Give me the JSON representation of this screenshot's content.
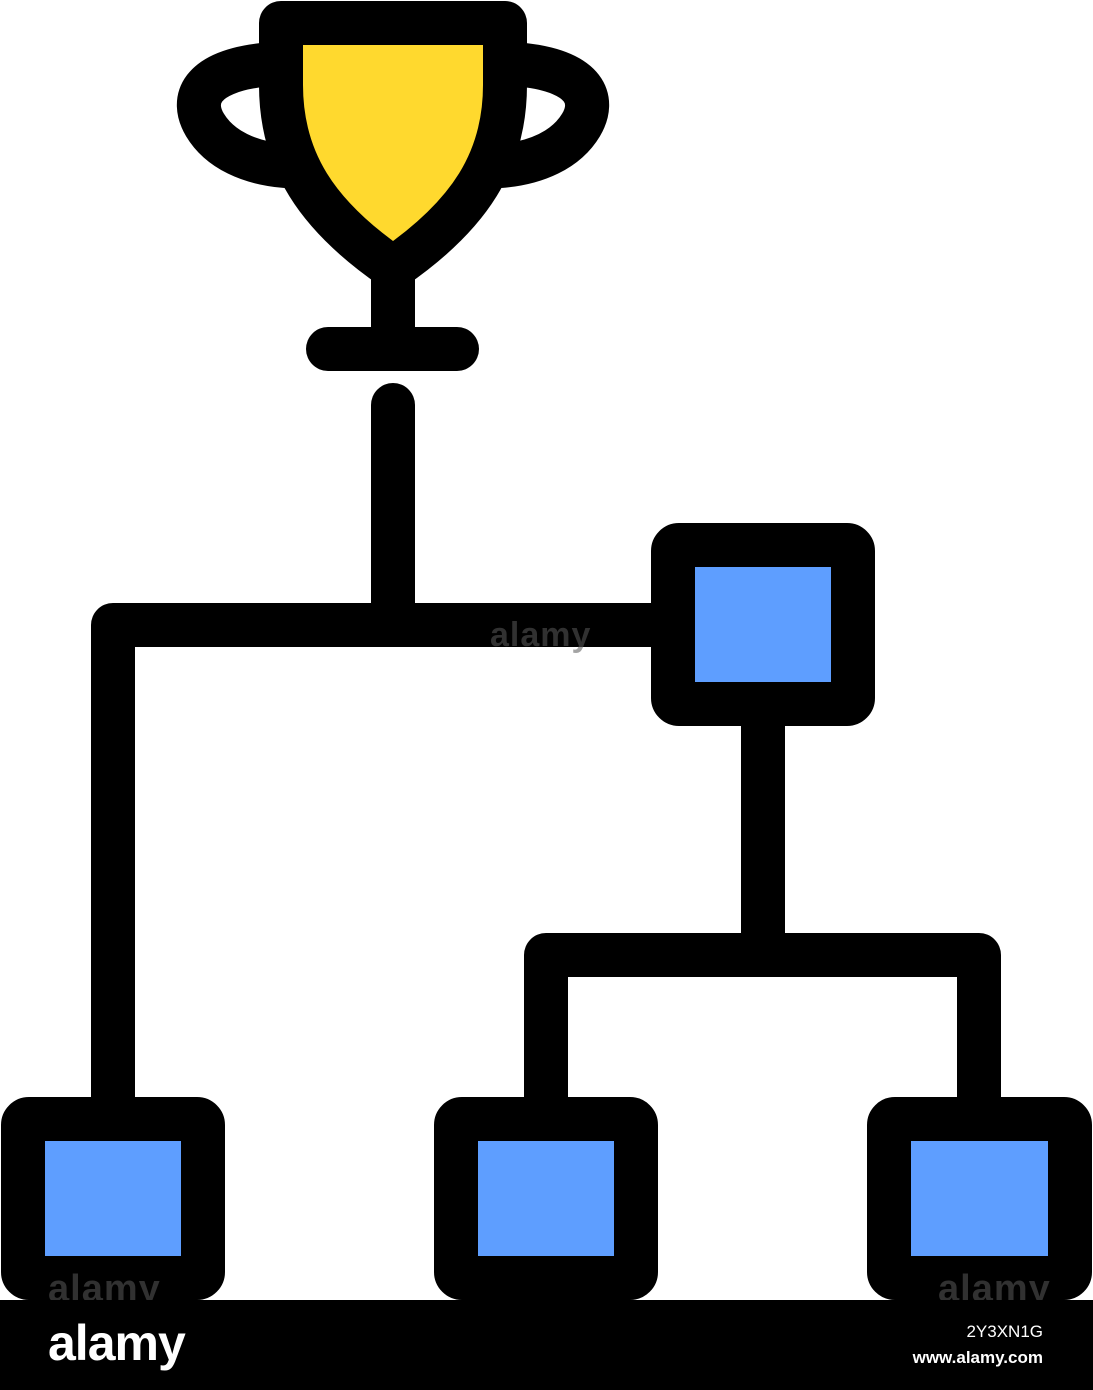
{
  "colors": {
    "outline": "#000000",
    "trophy_fill": "#FFD92E",
    "node_fill": "#5E9EFF",
    "background": "#FFFFFF",
    "footer_background": "#000000",
    "footer_text": "#FFFFFF"
  },
  "icon": {
    "name": "tournament-bracket-icon",
    "parts": [
      "trophy-icon",
      "bracket-node",
      "bracket-node",
      "bracket-node",
      "bracket-node"
    ]
  },
  "watermark": {
    "center_text": "alamy",
    "corner_left_text": "alamy",
    "corner_right_text": "alamy"
  },
  "footer": {
    "logo_text": "alamy",
    "image_id": "2Y3XN1G",
    "url": "www.alamy.com"
  }
}
